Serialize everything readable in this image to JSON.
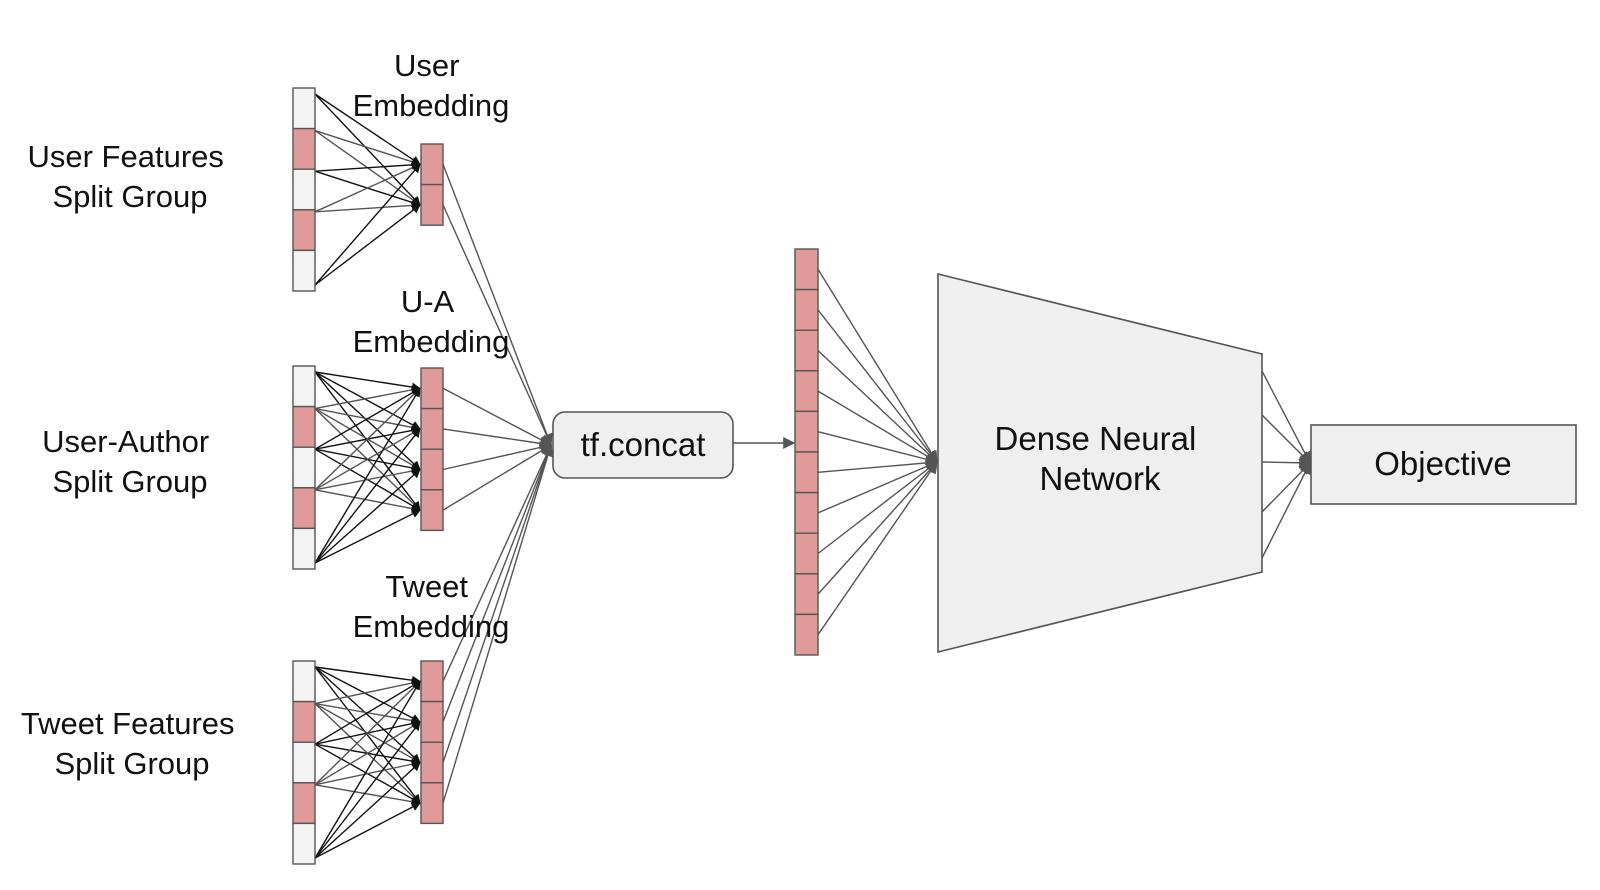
{
  "groups": [
    {
      "id": "user",
      "feature_label_lines": [
        "User Features",
        "Split Group"
      ],
      "embedding_label_lines": [
        "User",
        "Embedding"
      ],
      "feature_pattern": [
        "empty",
        "filled",
        "empty",
        "filled",
        "empty"
      ],
      "embedding_cells": 2
    },
    {
      "id": "user-author",
      "feature_label_lines": [
        "User-Author",
        "Split Group"
      ],
      "embedding_label_lines": [
        "U-A",
        "Embedding"
      ],
      "feature_pattern": [
        "empty",
        "filled",
        "empty",
        "filled",
        "empty"
      ],
      "embedding_cells": 4
    },
    {
      "id": "tweet",
      "feature_label_lines": [
        "Tweet Features",
        "Split Group"
      ],
      "embedding_label_lines": [
        "Tweet",
        "Embedding"
      ],
      "feature_pattern": [
        "empty",
        "filled",
        "empty",
        "filled",
        "empty"
      ],
      "embedding_cells": 4
    }
  ],
  "concat": {
    "label": "tf.concat"
  },
  "concat_vector": {
    "cells": 10
  },
  "dnn": {
    "label_lines": [
      "Dense Neural",
      "Network"
    ]
  },
  "objective": {
    "label": "Objective"
  },
  "colors": {
    "filled_cell": "#e09a9a",
    "empty_cell": "#f3f3f3",
    "box_fill": "#efefef",
    "stroke": "#555555",
    "edge_dark": "#111111",
    "edge_gray": "#555555"
  }
}
